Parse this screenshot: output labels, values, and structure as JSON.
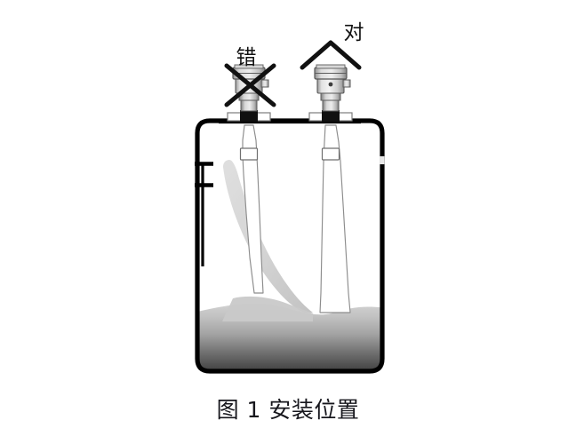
{
  "figure": {
    "caption": "图 1    安装位置",
    "caption_index": "图 1",
    "caption_title": "安装位置",
    "background_color": "#ffffff"
  },
  "annotations": {
    "wrong": {
      "label": "错",
      "mark_icon": "cross-x-icon",
      "meaning_mark": "X",
      "position": "left"
    },
    "correct": {
      "label": "对",
      "mark_icon": "caret-check-icon",
      "meaning_mark": "^",
      "position": "right"
    }
  },
  "vessel": {
    "name": "storage-tank",
    "wall_color": "#000000",
    "fill_gradient_top": "#cfcfcf",
    "fill_gradient_bottom": "#3c3c3c",
    "inflow_stream_color": "#d5d5d5"
  },
  "devices": [
    {
      "id": "left-sensor",
      "name": "radar-level-sensor-wrong",
      "status": "错",
      "beam_obstructed": true,
      "body_color": "#c9c9c9",
      "flange_color": "#111111"
    },
    {
      "id": "right-sensor",
      "name": "radar-level-sensor-correct",
      "status": "对",
      "beam_obstructed": false,
      "body_color": "#c9c9c9",
      "flange_color": "#111111"
    }
  ],
  "level_marks": {
    "upper_tick_label": "",
    "lower_tick_label": "",
    "side_notch_label": ""
  }
}
